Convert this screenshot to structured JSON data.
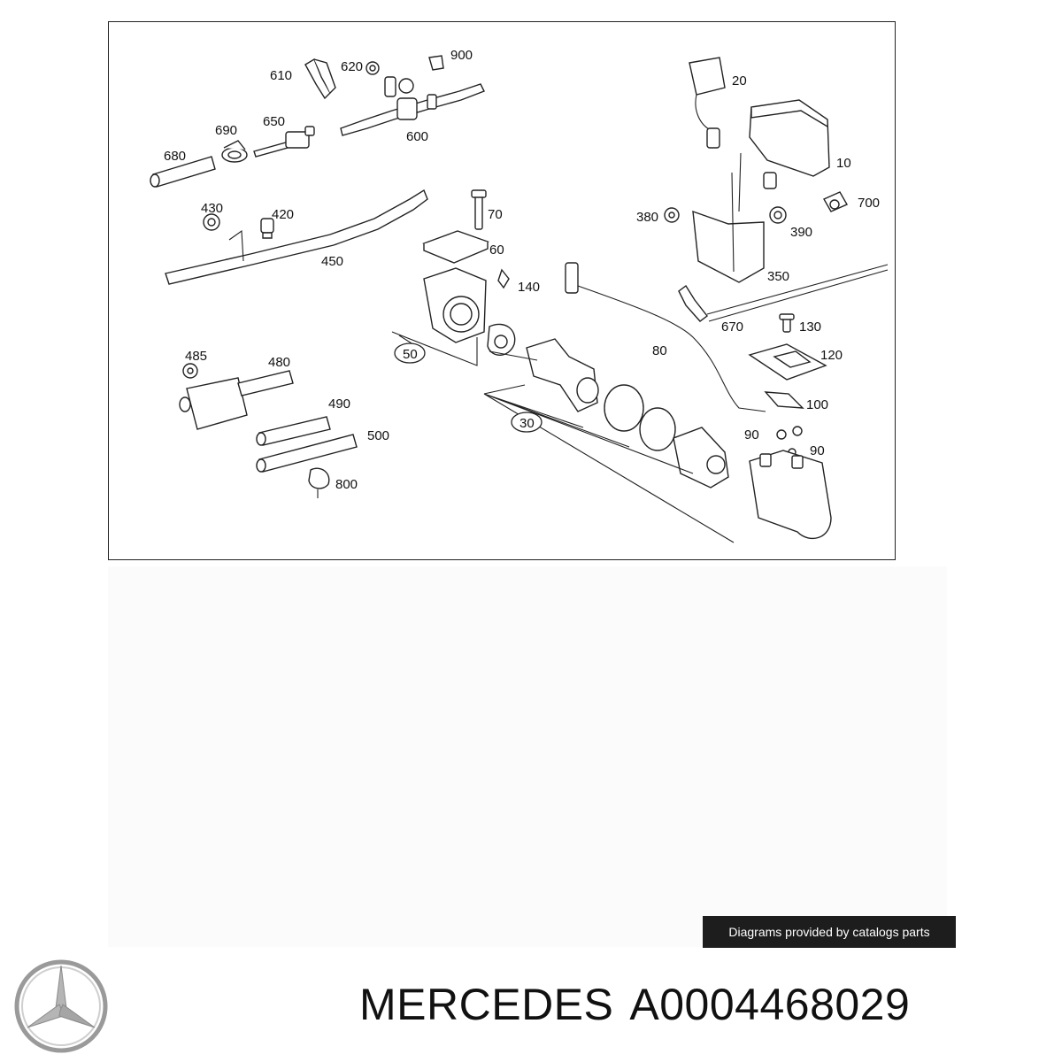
{
  "diagram": {
    "callouts": {
      "c610": "610",
      "c620": "620",
      "c900": "900",
      "c600": "600",
      "c690": "690",
      "c650": "650",
      "c680": "680",
      "c430": "430",
      "c420": "420",
      "c450": "450",
      "c70": "70",
      "c60": "60",
      "c140": "140",
      "c50": "50",
      "c485": "485",
      "c480": "480",
      "c490": "490",
      "c500": "500",
      "c800": "800",
      "c30": "30",
      "c20": "20",
      "c10": "10",
      "c700": "700",
      "c380": "380",
      "c390": "390",
      "c350": "350",
      "c670": "670",
      "c130": "130",
      "c80": "80",
      "c120": "120",
      "c100": "100",
      "c90a": "90",
      "c90b": "90"
    }
  },
  "credit": {
    "text": "Diagrams provided by catalogs parts"
  },
  "brand": {
    "name": "MERCEDES",
    "part_number": "A0004468029"
  },
  "logo": {
    "icon": "mercedes-star-icon"
  }
}
